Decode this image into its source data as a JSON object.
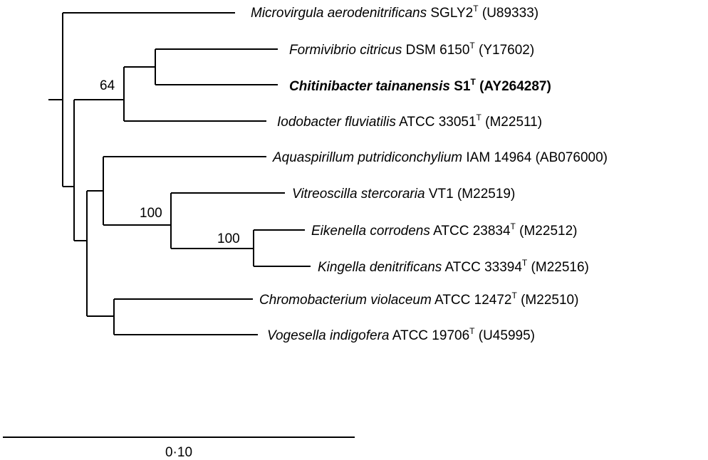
{
  "taxa": [
    {
      "id": "microvirgula",
      "species": "Microvirgula aerodenitrificans",
      "strain": "SGLY2",
      "type_strain": true,
      "accession": "(U89333)",
      "bold": false
    },
    {
      "id": "formivibrio",
      "species": "Formivibrio citricus",
      "strain": "DSM 6150",
      "type_strain": true,
      "accession": "(Y17602)",
      "bold": false
    },
    {
      "id": "chitinibacter",
      "species": "Chitinibacter tainanensis",
      "strain": "S1",
      "type_strain": true,
      "accession": "(AY264287)",
      "bold": true
    },
    {
      "id": "iodobacter",
      "species": "Iodobacter fluviatilis",
      "strain": "ATCC 33051",
      "type_strain": true,
      "accession": "(M22511)",
      "bold": false
    },
    {
      "id": "aquaspirillum",
      "species": "Aquaspirillum putridiconchylium",
      "strain": "IAM 14964",
      "type_strain": false,
      "accession": "(AB076000)",
      "bold": false
    },
    {
      "id": "vitreoscilla",
      "species": "Vitreoscilla stercoraria",
      "strain": "VT1",
      "type_strain": false,
      "accession": "(M22519)",
      "bold": false
    },
    {
      "id": "eikenella",
      "species": "Eikenella corrodens",
      "strain": "ATCC 23834",
      "type_strain": true,
      "accession": "(M22512)",
      "bold": false
    },
    {
      "id": "kingella",
      "species": "Kingella denitrificans",
      "strain": "ATCC 33394",
      "type_strain": true,
      "accession": "(M22516)",
      "bold": false
    },
    {
      "id": "chromobacterium",
      "species": "Chromobacterium violaceum",
      "strain": "ATCC 12472",
      "type_strain": true,
      "accession": "(M22510)",
      "bold": false
    },
    {
      "id": "vogesella",
      "species": "Vogesella indigofera",
      "strain": "ATCC 19706",
      "type_strain": true,
      "accession": "(U45995)",
      "bold": false
    }
  ],
  "type_marker": "T",
  "bootstrap": {
    "node_formivibrio_group": "64",
    "node_vitreoscilla_group": "100",
    "node_eikenella_kingella": "100"
  },
  "scale_bar": {
    "label": "0·10",
    "value": 0.1
  }
}
